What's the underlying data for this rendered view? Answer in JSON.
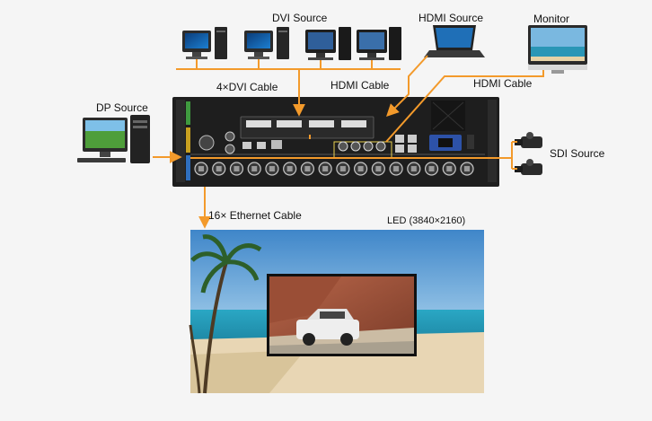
{
  "labels": {
    "dvi_source": "DVI Source",
    "hdmi_source": "HDMI Source",
    "monitor": "Monitor",
    "dp_source": "DP Source",
    "dvi_cable": "4×DVI Cable",
    "hdmi_cable_in": "HDMI Cable",
    "hdmi_cable_out": "HDMI Cable",
    "sdi_source": "SDI  Source",
    "ethernet_cable": "16× Ethernet Cable",
    "led": "LED (3840×2160)"
  },
  "colors": {
    "wire": "#f39a2b",
    "chassis": "#1e1e1e",
    "background": "#f5f5f5",
    "sky": "#7fb5df",
    "sea": "#2e9ab8",
    "sand": "#e8d6b4"
  },
  "counts": {
    "dvi_computers": 4,
    "ethernet_ports": 16,
    "sdi_cameras": 2
  }
}
